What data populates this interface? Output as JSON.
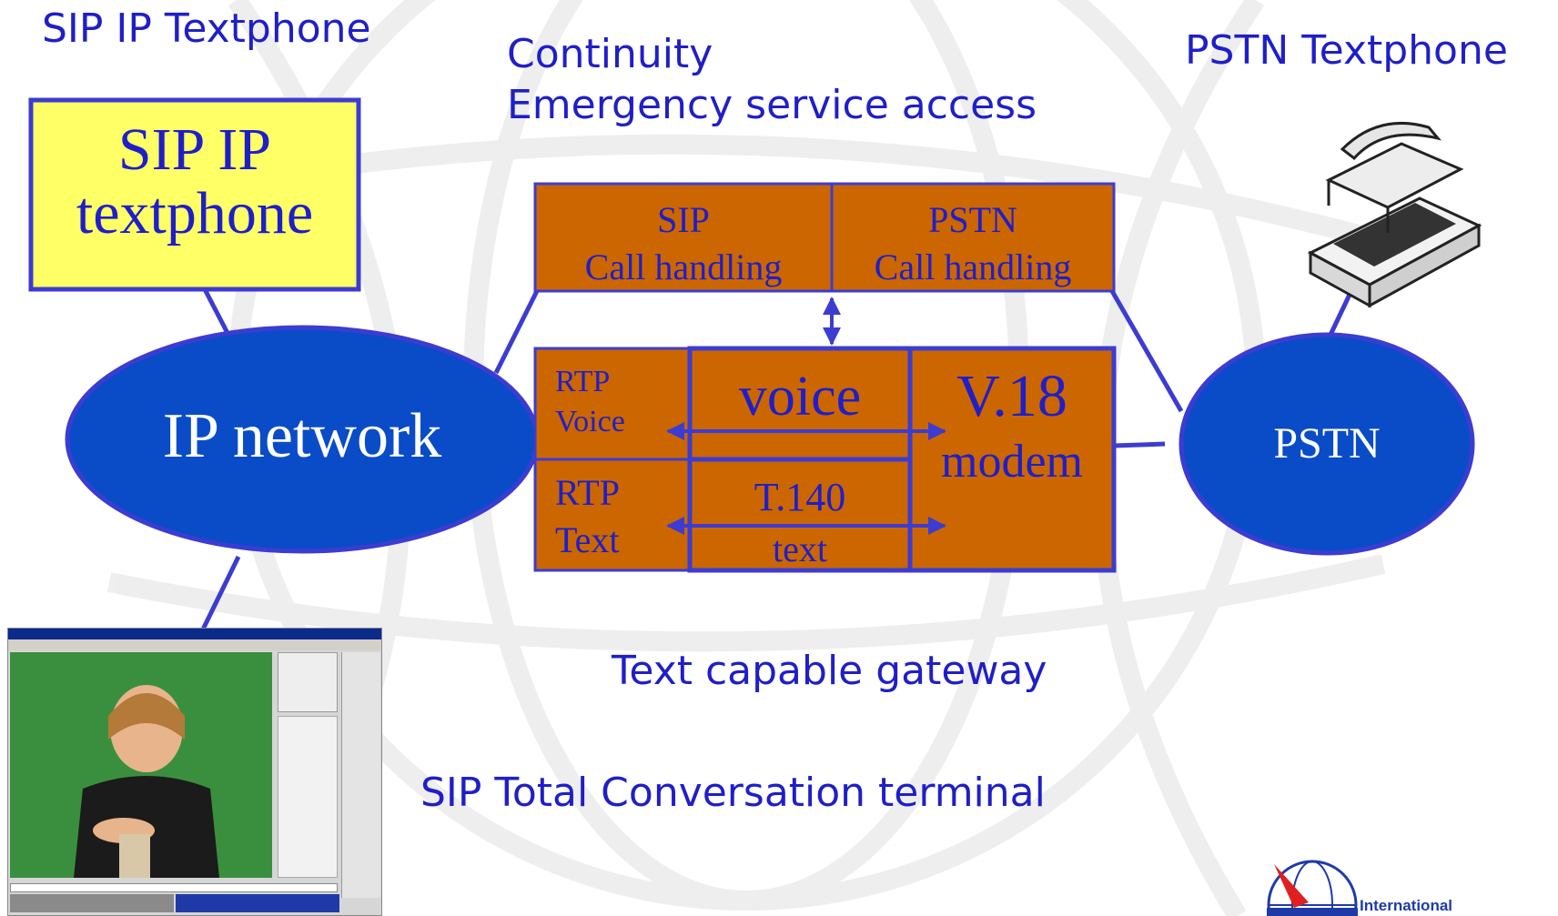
{
  "labels": {
    "sip_ip_textphone_title": "SIP IP Textphone",
    "continuity": "Continuity",
    "emergency": "Emergency service access",
    "pstn_textphone_title": "PSTN Textphone",
    "gateway_caption": "Text capable gateway",
    "total_conversation": "SIP Total Conversation terminal"
  },
  "sip_box": {
    "line1": "SIP IP",
    "line2": "textphone"
  },
  "ip_network": "IP network",
  "pstn": "PSTN",
  "gateway": {
    "sip_call": {
      "line1": "SIP",
      "line2": "Call handling"
    },
    "pstn_call": {
      "line1": "PSTN",
      "line2": "Call handling"
    },
    "rtp_voice": {
      "line1": "RTP",
      "line2": "Voice"
    },
    "rtp_text": {
      "line1": "RTP",
      "line2": "Text"
    },
    "voice": "voice",
    "t140": "T.140",
    "text": "text",
    "v18": "V.18",
    "modem": "modem"
  },
  "logo": {
    "text": "International"
  },
  "colors": {
    "label_blue": "#1f1fc8",
    "ellipse_fill": "#0a4cc8",
    "gateway_fill": "#cc6600",
    "sip_box_fill": "#ffff66",
    "line_blue": "#3c3cd2"
  },
  "icons": {
    "textphone": "teletype-textphone-icon",
    "logo": "itu-logo-icon"
  }
}
